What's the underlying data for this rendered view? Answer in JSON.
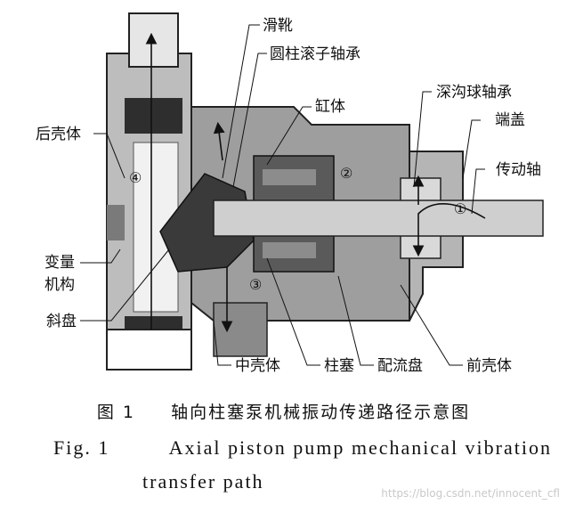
{
  "labels": {
    "slipper": "滑靴",
    "roller_bearing": "圆柱滚子轴承",
    "cylinder": "缸体",
    "rear_housing": "后壳体",
    "ball_bearing": "深沟球轴承",
    "end_cover": "端盖",
    "drive_shaft": "传动轴",
    "variable_mech_1": "变量",
    "variable_mech_2": "机构",
    "swash_plate": "斜盘",
    "middle_housing": "中壳体",
    "piston": "柱塞",
    "valve_plate": "配流盘",
    "front_housing": "前壳体"
  },
  "path_numbers": [
    "①",
    "②",
    "③",
    "④"
  ],
  "caption": {
    "cn_fig": "图 1",
    "cn_title": "轴向柱塞泵机械振动传递路径示意图",
    "en_fig": "Fig. 1",
    "en_title_line1": "Axial piston pump mechanical vibration",
    "en_title_line2": "transfer path"
  },
  "watermark": "https://blog.csdn.net/innocent_cfl"
}
